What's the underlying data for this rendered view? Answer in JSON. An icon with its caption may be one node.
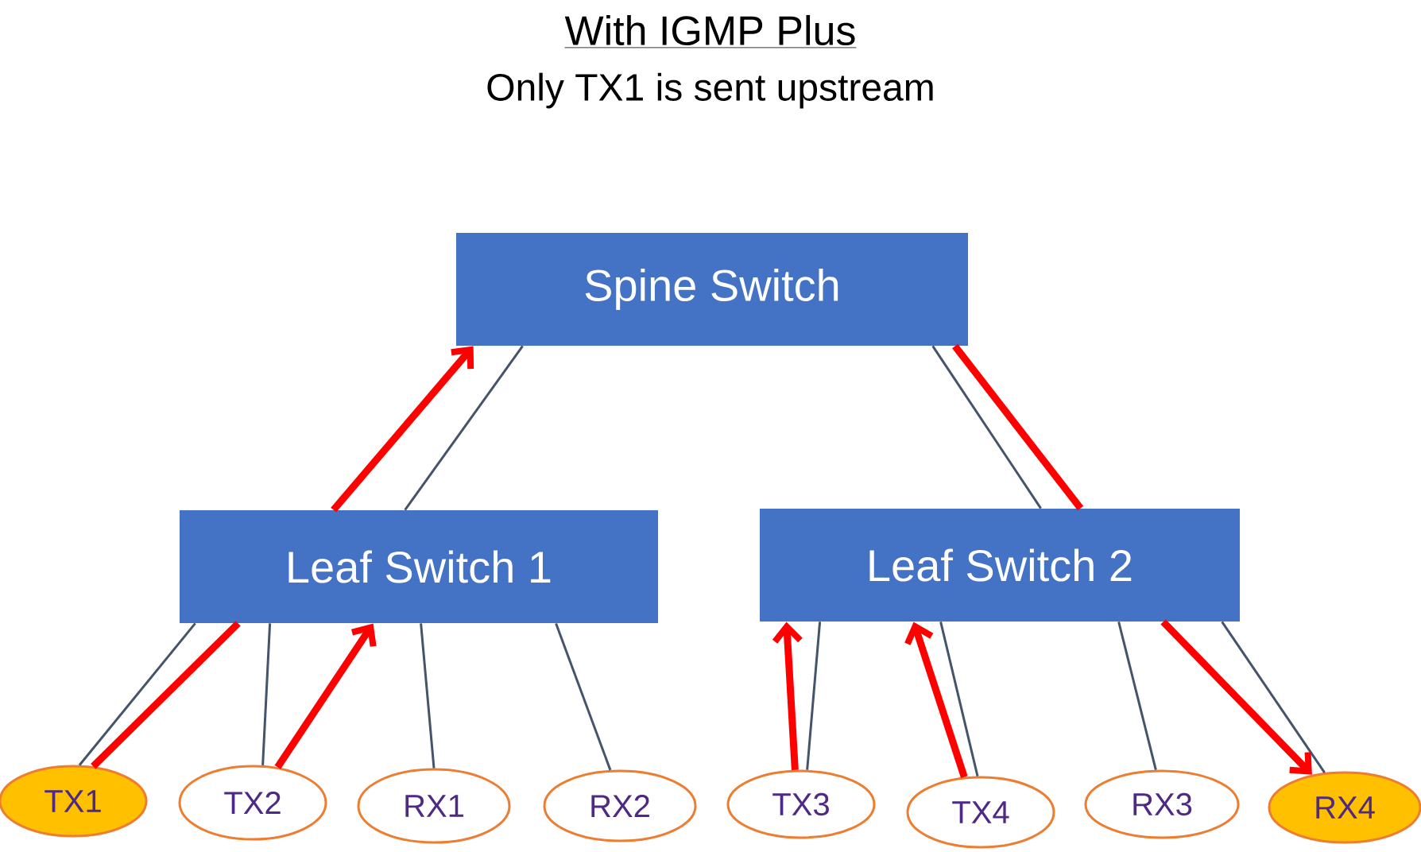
{
  "diagram": {
    "title": "With IGMP Plus",
    "nodes": [
      {
        "text": [
          "Spine Switch"
        ]
      },
      {
        "text": [
          "Leaf Switch 1"
        ]
      },
      {
        "text": [
          "Leaf Switch 2"
        ]
      },
      {
        "text": [
          "TX1"
        ]
      },
      {
        "text": [
          "TX2"
        ]
      },
      {
        "text": [
          "RX1"
        ]
      },
      {
        "text": [
          "RX2"
        ]
      },
      {
        "text": [
          "TX3"
        ]
      },
      {
        "text": [
          "TX4"
        ]
      },
      {
        "text": [
          "RX3"
        ]
      },
      {
        "text": [
          "RX4"
        ]
      }
    ],
    "edges": [
      {
        "from": 0,
        "to": 1,
        "arrow": "none"
      },
      {
        "from": 0,
        "to": 2,
        "arrow": "none"
      },
      {
        "from": 1,
        "to": 3,
        "arrow": "none"
      },
      {
        "from": 1,
        "to": 4,
        "arrow": "none"
      },
      {
        "from": 1,
        "to": 5,
        "arrow": "none"
      },
      {
        "from": 1,
        "to": 6,
        "arrow": "none"
      },
      {
        "from": 2,
        "to": 7,
        "arrow": "none"
      },
      {
        "from": 2,
        "to": 8,
        "arrow": "none"
      },
      {
        "from": 2,
        "to": 9,
        "arrow": "none"
      },
      {
        "from": 2,
        "to": 10,
        "arrow": "none"
      },
      {
        "from": 3,
        "to": 1,
        "arrow": "none",
        "style": "thick",
        "color": "#ff0000"
      },
      {
        "from": 1,
        "to": 0,
        "arrow": "to",
        "style": "thick",
        "color": "#ff0000"
      },
      {
        "from": 4,
        "to": 1,
        "arrow": "to",
        "style": "thick",
        "color": "#ff0000"
      },
      {
        "from": 7,
        "to": 2,
        "arrow": "to",
        "style": "thick",
        "color": "#ff0000"
      },
      {
        "from": 8,
        "to": 2,
        "arrow": "to",
        "style": "thick",
        "color": "#ff0000"
      },
      {
        "from": 0,
        "to": 2,
        "arrow": "none",
        "style": "thick",
        "color": "#ff0000"
      },
      {
        "from": 2,
        "to": 10,
        "arrow": "to",
        "style": "thick",
        "color": "#ff0000"
      }
    ],
    "labels": [
      "Only TX1 is sent upstream"
    ]
  }
}
